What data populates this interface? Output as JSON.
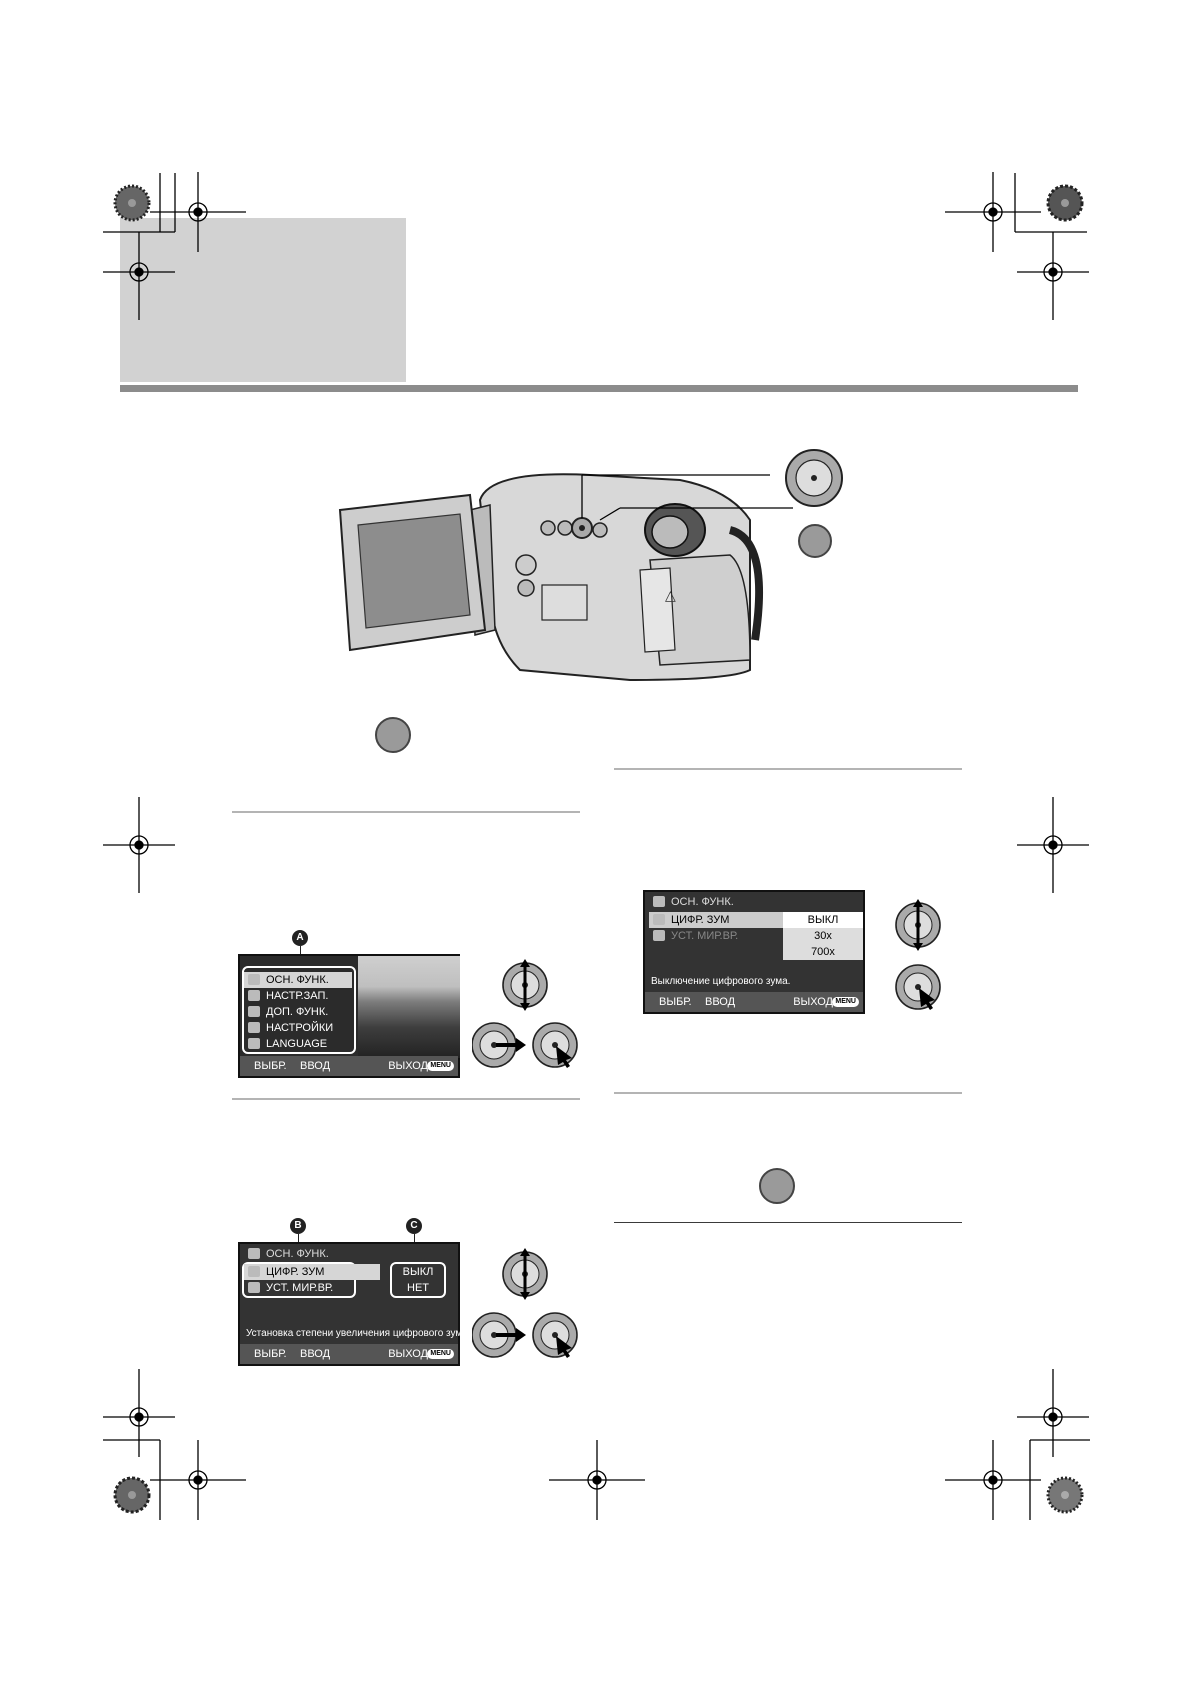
{
  "menu1": {
    "label_a": "A",
    "items": [
      {
        "label": "ОСН. ФУНК."
      },
      {
        "label": "НАСТР.ЗАП."
      },
      {
        "label": "ДОП. ФУНК."
      },
      {
        "label": "НАСТРОЙКИ"
      },
      {
        "label": "LANGUAGE"
      }
    ],
    "bottom_left": "ВЫБР.",
    "bottom_mid": "ВВОД",
    "bottom_right": "ВЫХОД",
    "menu_badge": "MENU"
  },
  "menu2": {
    "label_b": "B",
    "label_c": "C",
    "title": "ОСН. ФУНК.",
    "items": [
      {
        "label": "ЦИФР. ЗУМ",
        "value": "ВЫКЛ"
      },
      {
        "label": "УСТ. МИР.ВР.",
        "value": "НЕТ"
      }
    ],
    "description": "Установка степени увеличения цифрового зум",
    "bottom_left": "ВЫБР.",
    "bottom_mid": "ВВОД",
    "bottom_right": "ВЫХОД",
    "menu_badge": "MENU"
  },
  "menu3": {
    "title": "ОСН. ФУНК.",
    "items": [
      {
        "label": "ЦИФР. ЗУМ"
      },
      {
        "label": "УСТ. МИР.ВР."
      }
    ],
    "options": [
      "ВЫКЛ",
      "30x",
      "700x"
    ],
    "description": "Выключение цифрового зума.",
    "bottom_left": "ВЫБР.",
    "bottom_mid": "ВВОД",
    "bottom_right": "ВЫХОД",
    "menu_badge": "MENU"
  },
  "camera": {
    "triangle_mark": "△"
  }
}
